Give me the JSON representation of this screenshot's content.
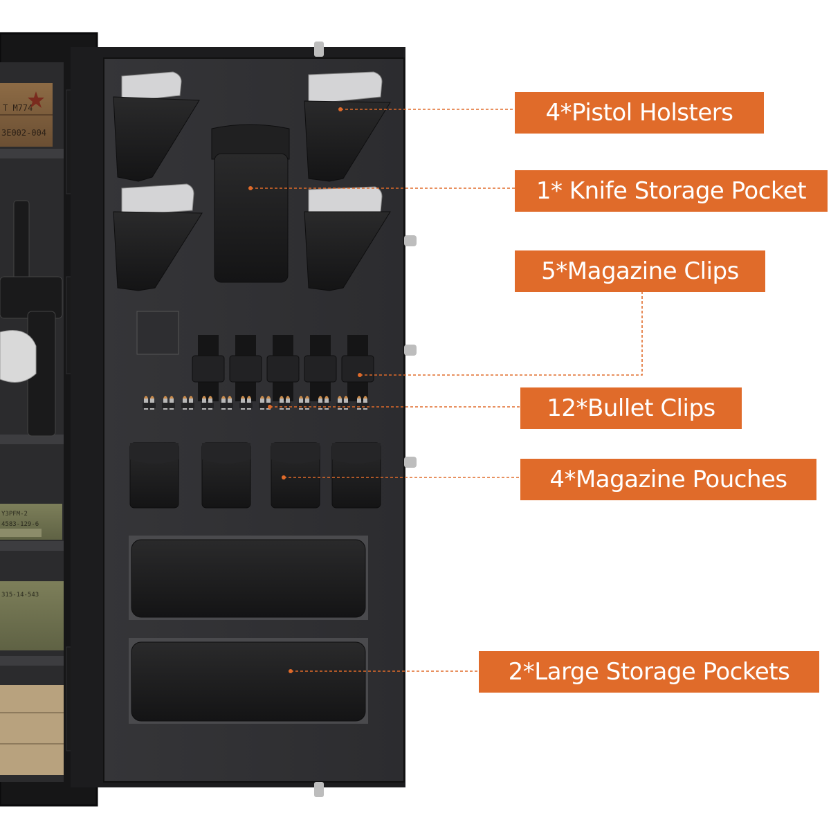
{
  "callouts": [
    {
      "id": "pistol-holsters",
      "text": "4*Pistol Holsters"
    },
    {
      "id": "knife-pocket",
      "text": "1* Knife Storage Pocket"
    },
    {
      "id": "magazine-clips",
      "text": "5*Magazine Clips"
    },
    {
      "id": "bullet-clips",
      "text": "12*Bullet Clips"
    },
    {
      "id": "magazine-pouches",
      "text": "4*Magazine Pouches"
    },
    {
      "id": "large-pockets",
      "text": "2*Large Storage Pockets"
    }
  ],
  "crate_markings": [
    "T M774",
    "3E002-004",
    "Y3PFM-2",
    "4583-129-6",
    "315-14-543"
  ],
  "colors": {
    "accent": "#e06b2a",
    "safe_body": "#1e1e20",
    "door_panel": "#3a3a3d",
    "leather": "#1c1c1d"
  }
}
